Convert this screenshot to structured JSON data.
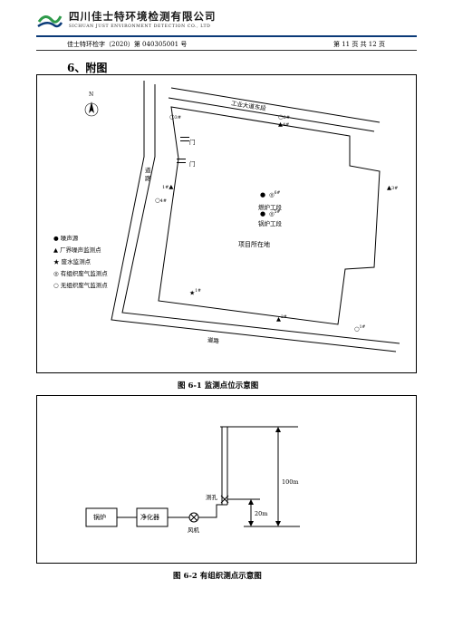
{
  "header": {
    "company_cn": "四川佳士特环境检测有限公司",
    "company_en": "SICHUAN JUST ENVIRONMENT DETECTION CO., LTD",
    "report_no": "佳士特环检字（2020）第 040305001 号",
    "page": "第 11 页  共 12 页",
    "accent_color": "#0a3a78",
    "logo_color": "#2e9a4a"
  },
  "section_title": "6、附图",
  "figure1": {
    "north_label": "N",
    "road_top": "工业大道东段",
    "road_left": "道路",
    "road_bottom": "道路",
    "gate_1": "门",
    "gate_2": "门",
    "site_label": "项目所在地",
    "boiler_label_1": "燃炉工段",
    "boiler_label_2": "锅炉工段",
    "points": {
      "noise_source_1": "",
      "organized_6": "6#",
      "organized_5": "5#",
      "unorg_3": "3#",
      "boundary_4_top": "4#",
      "unorg_2": "2#",
      "boundary_1": "1#",
      "unorg_4": "4#",
      "boundary_3": "3#",
      "wastewater_1": "1#",
      "boundary_2": "2#",
      "unorg_1": "1#"
    },
    "legend": [
      {
        "symbol": "●",
        "label": "噪声源"
      },
      {
        "symbol": "▲",
        "label": "厂界噪声监测点"
      },
      {
        "symbol": "★",
        "label": "废水监测点"
      },
      {
        "symbol": "◎",
        "label": "有组织废气监测点"
      },
      {
        "symbol": "○",
        "label": "无组织废气监测点"
      }
    ],
    "caption": "图 6-1    监测点位示意图"
  },
  "figure2": {
    "box_boiler": "锅炉",
    "box_purifier": "净化器",
    "fan_label": "风机",
    "port_label": "测孔",
    "height_total": "100m",
    "height_port": "20m",
    "caption": "图 6-2    有组织测点示意图"
  }
}
